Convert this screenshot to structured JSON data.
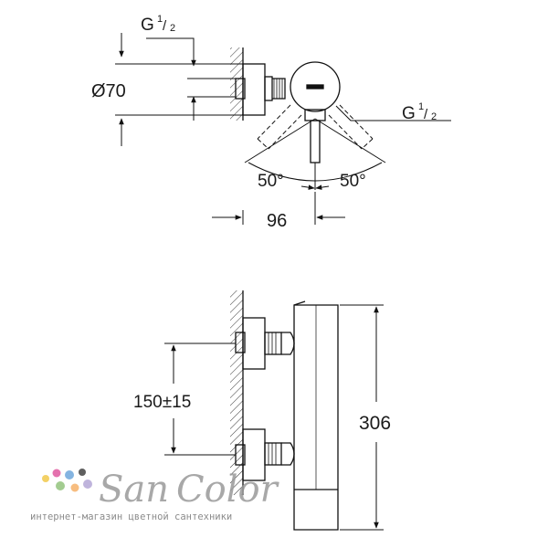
{
  "labels": {
    "thread_top": "G",
    "thread_top_frac_num": "1",
    "thread_top_frac_den": "2",
    "diameter": "Ø70",
    "thread_right": "G",
    "thread_right_frac_num": "1",
    "thread_right_frac_den": "2",
    "angle_left": "50°",
    "angle_right": "50°",
    "depth": "96",
    "spacing": "150±15",
    "height": "306"
  },
  "watermark": {
    "brand": "SanColor",
    "tagline": "интернет-магазин цветной сантехники",
    "dot_colors": [
      "#f2c94c",
      "#e05aa0",
      "#6fa8dc",
      "#93c47d",
      "#f6b26b",
      "#b4a7d6",
      "#444444"
    ]
  }
}
